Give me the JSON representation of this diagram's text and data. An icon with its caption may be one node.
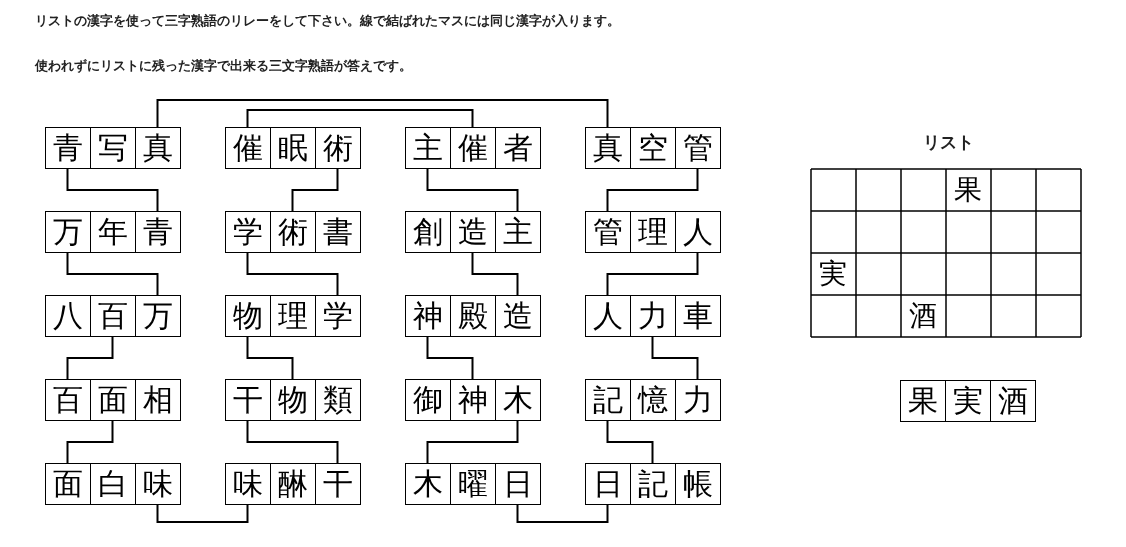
{
  "diagram": {
    "nodes": [
      {
        "text": [
          "青"
        ]
      },
      {
        "text": [
          "写"
        ]
      },
      {
        "text": [
          "真"
        ]
      },
      {
        "text": [
          "万"
        ]
      },
      {
        "text": [
          "年"
        ]
      },
      {
        "text": [
          "青"
        ]
      },
      {
        "text": [
          "八"
        ]
      },
      {
        "text": [
          "百"
        ]
      },
      {
        "text": [
          "万"
        ]
      },
      {
        "text": [
          "百"
        ]
      },
      {
        "text": [
          "面"
        ]
      },
      {
        "text": [
          "相"
        ]
      },
      {
        "text": [
          "面"
        ]
      },
      {
        "text": [
          "白"
        ]
      },
      {
        "text": [
          "味"
        ]
      },
      {
        "text": [
          "催"
        ]
      },
      {
        "text": [
          "眠"
        ]
      },
      {
        "text": [
          "術"
        ]
      },
      {
        "text": [
          "学"
        ]
      },
      {
        "text": [
          "術"
        ]
      },
      {
        "text": [
          "書"
        ]
      },
      {
        "text": [
          "物"
        ]
      },
      {
        "text": [
          "理"
        ]
      },
      {
        "text": [
          "学"
        ]
      },
      {
        "text": [
          "干"
        ]
      },
      {
        "text": [
          "物"
        ]
      },
      {
        "text": [
          "類"
        ]
      },
      {
        "text": [
          "味"
        ]
      },
      {
        "text": [
          "醂"
        ]
      },
      {
        "text": [
          "干"
        ]
      },
      {
        "text": [
          "主"
        ]
      },
      {
        "text": [
          "催"
        ]
      },
      {
        "text": [
          "者"
        ]
      },
      {
        "text": [
          "創"
        ]
      },
      {
        "text": [
          "造"
        ]
      },
      {
        "text": [
          "主"
        ]
      },
      {
        "text": [
          "神"
        ]
      },
      {
        "text": [
          "殿"
        ]
      },
      {
        "text": [
          "造"
        ]
      },
      {
        "text": [
          "御"
        ]
      },
      {
        "text": [
          "神"
        ]
      },
      {
        "text": [
          "木"
        ]
      },
      {
        "text": [
          "木"
        ]
      },
      {
        "text": [
          "曜"
        ]
      },
      {
        "text": [
          "日"
        ]
      },
      {
        "text": [
          "真"
        ]
      },
      {
        "text": [
          "空"
        ]
      },
      {
        "text": [
          "管"
        ]
      },
      {
        "text": [
          "管"
        ]
      },
      {
        "text": [
          "理"
        ]
      },
      {
        "text": [
          "人"
        ]
      },
      {
        "text": [
          "人"
        ]
      },
      {
        "text": [
          "力"
        ]
      },
      {
        "text": [
          "車"
        ]
      },
      {
        "text": [
          "記"
        ]
      },
      {
        "text": [
          "憶"
        ]
      },
      {
        "text": [
          "力"
        ]
      },
      {
        "text": [
          "日"
        ]
      },
      {
        "text": [
          "記"
        ]
      },
      {
        "text": [
          "帳"
        ]
      },
      {
        "text": [
          "果"
        ]
      },
      {
        "text": [
          "実"
        ]
      },
      {
        "text": [
          "酒"
        ]
      }
    ],
    "edges": [
      {
        "from": 0,
        "to": 5,
        "arrow": "none"
      },
      {
        "from": 3,
        "to": 8,
        "arrow": "none"
      },
      {
        "from": 7,
        "to": 9,
        "arrow": "none"
      },
      {
        "from": 10,
        "to": 12,
        "arrow": "none"
      },
      {
        "from": 14,
        "to": 27,
        "arrow": "none"
      },
      {
        "from": 17,
        "to": 19,
        "arrow": "none"
      },
      {
        "from": 18,
        "to": 23,
        "arrow": "none"
      },
      {
        "from": 21,
        "to": 25,
        "arrow": "none"
      },
      {
        "from": 24,
        "to": 29,
        "arrow": "none"
      },
      {
        "from": 30,
        "to": 35,
        "arrow": "none"
      },
      {
        "from": 34,
        "to": 38,
        "arrow": "none"
      },
      {
        "from": 36,
        "to": 40,
        "arrow": "none"
      },
      {
        "from": 41,
        "to": 42,
        "arrow": "none"
      },
      {
        "from": 44,
        "to": 57,
        "arrow": "none"
      },
      {
        "from": 47,
        "to": 48,
        "arrow": "none"
      },
      {
        "from": 50,
        "to": 51,
        "arrow": "none"
      },
      {
        "from": 52,
        "to": 56,
        "arrow": "none"
      },
      {
        "from": 54,
        "to": 58,
        "arrow": "none"
      },
      {
        "from": 2,
        "to": 45,
        "arrow": "none"
      },
      {
        "from": 15,
        "to": 31,
        "arrow": "none"
      }
    ],
    "labels": [
      "リストの漢字を使って三字熟語のリレーをして下さい。線で結ばれたマスには同じ漢字が入ります。",
      "使われずにリストに残った漢字で出来る三文字熟語が答えです。",
      "リスト",
      "果",
      "実",
      "酒"
    ]
  }
}
